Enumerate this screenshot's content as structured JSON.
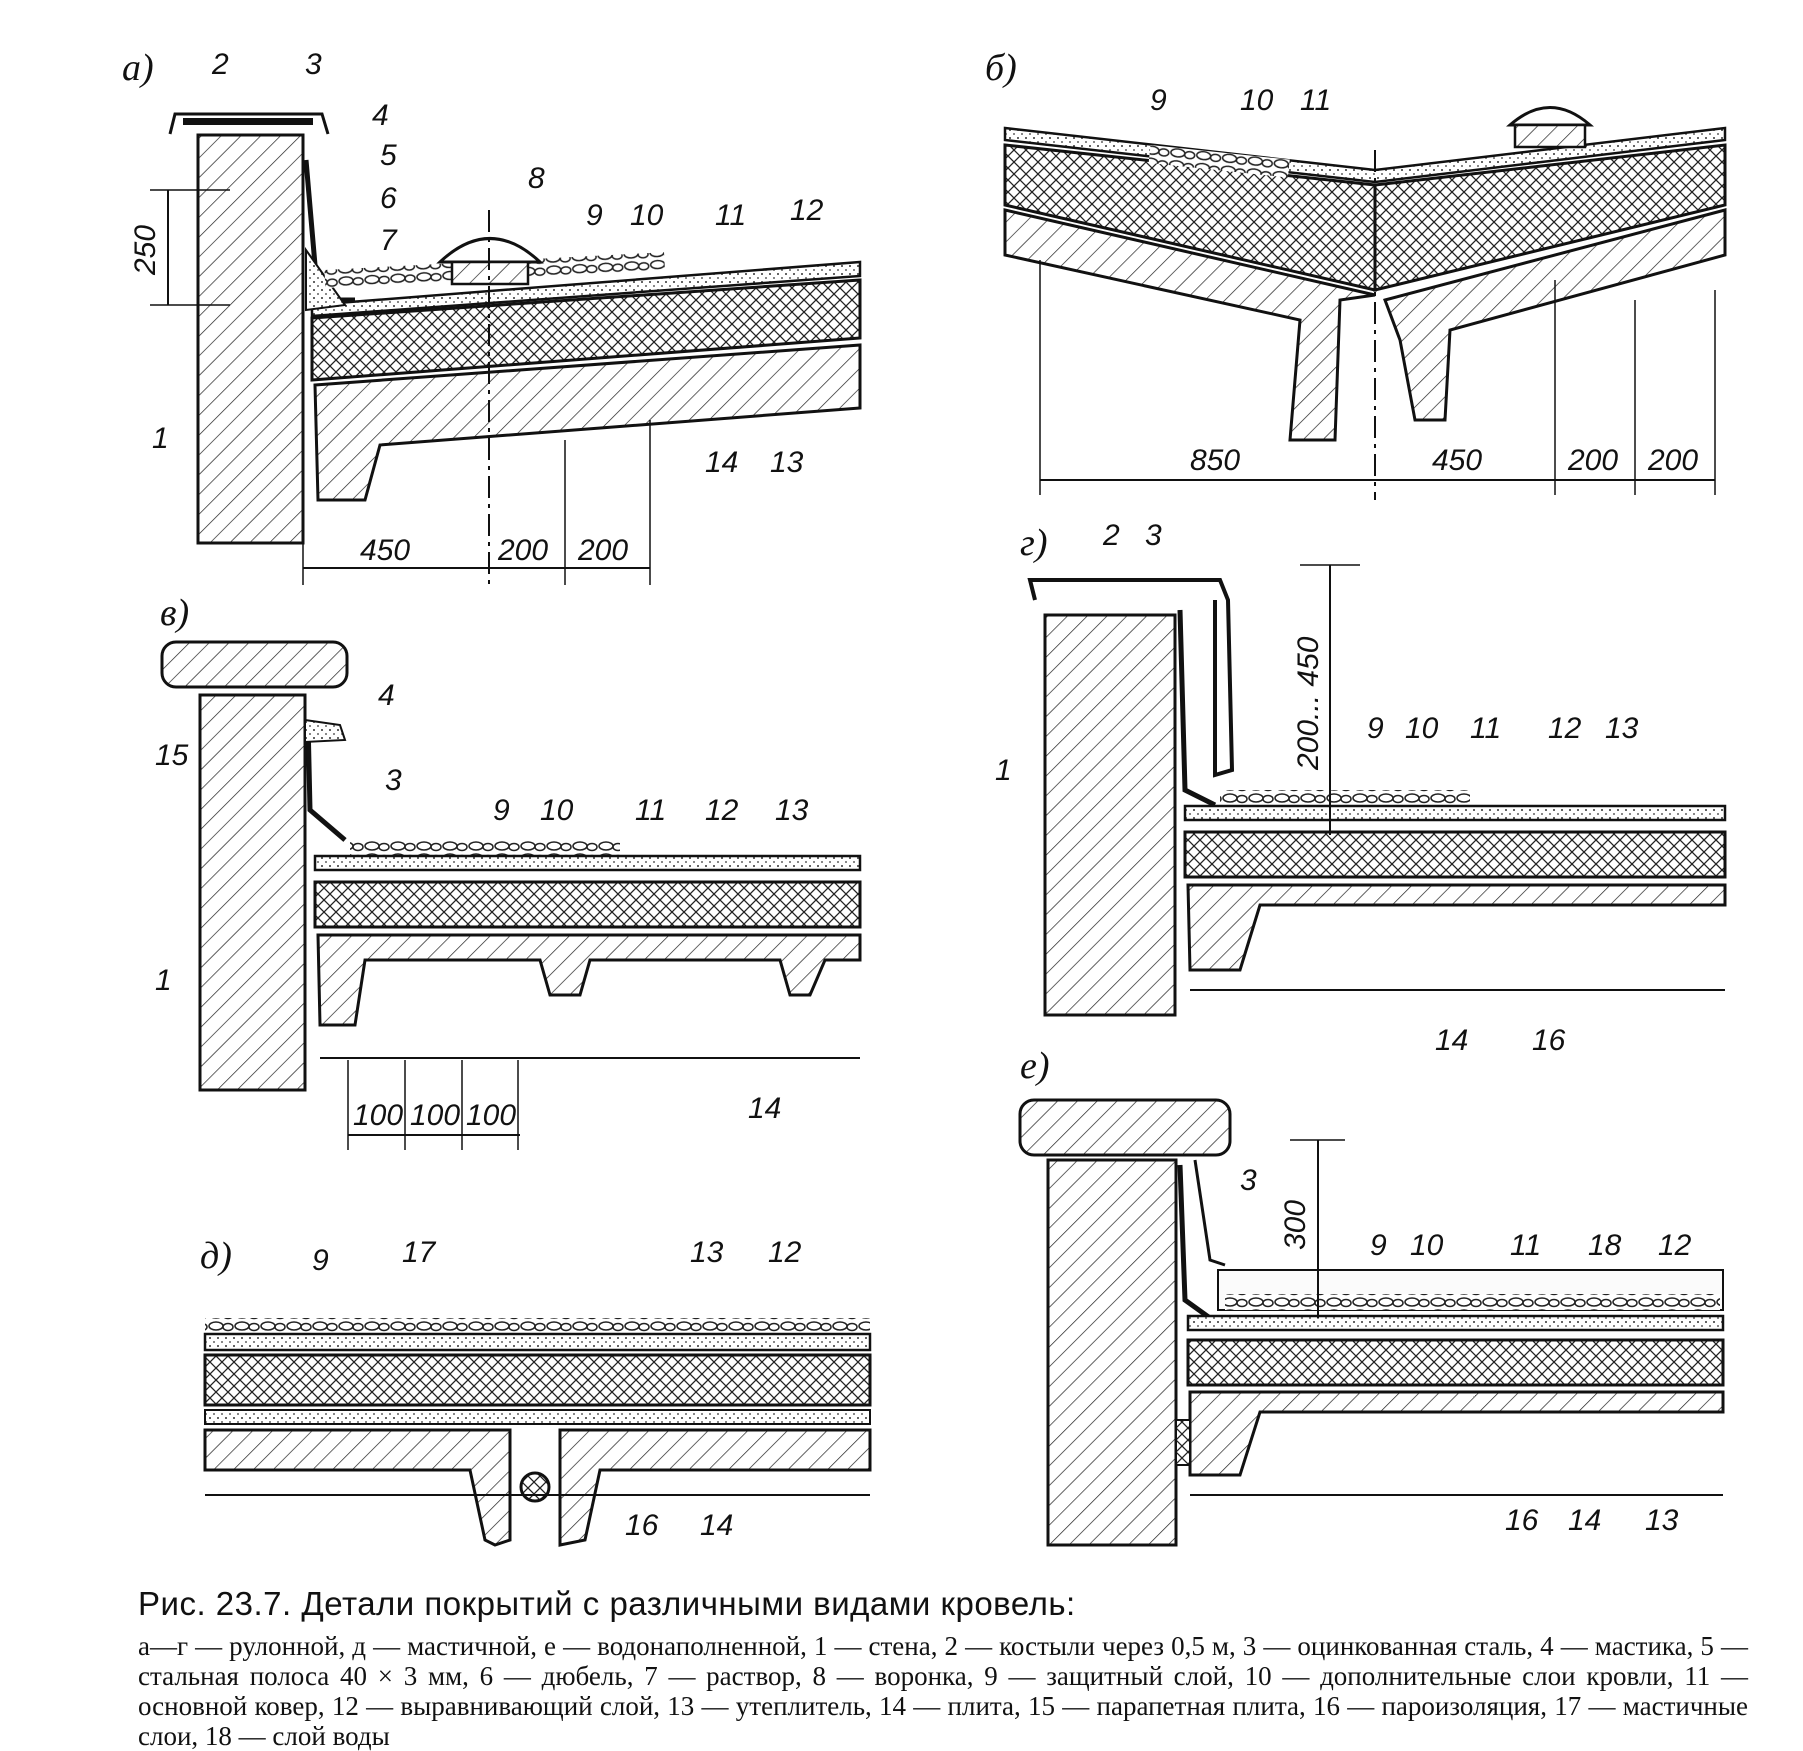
{
  "panels": {
    "a": {
      "letter": "а)",
      "labels": [
        "1",
        "2",
        "3",
        "4",
        "5",
        "6",
        "7",
        "8",
        "9",
        "10",
        "11",
        "12",
        "13",
        "14"
      ],
      "dims": [
        "250",
        "450",
        "200",
        "200"
      ]
    },
    "b": {
      "letter": "б)",
      "labels": [
        "9",
        "10",
        "11"
      ],
      "dims": [
        "850",
        "450",
        "200",
        "200"
      ]
    },
    "v": {
      "letter": "в)",
      "labels": [
        "1",
        "3",
        "4",
        "9",
        "10",
        "11",
        "12",
        "13",
        "14",
        "15"
      ],
      "dims": [
        "100",
        "100",
        "100"
      ]
    },
    "g": {
      "letter": "г)",
      "labels": [
        "1",
        "2",
        "3",
        "9",
        "10",
        "11",
        "12",
        "13",
        "14",
        "16"
      ],
      "dims": [
        "200... 450"
      ]
    },
    "d": {
      "letter": "д)",
      "labels": [
        "9",
        "17",
        "13",
        "12",
        "16",
        "14"
      ]
    },
    "e": {
      "letter": "е)",
      "labels": [
        "3",
        "9",
        "10",
        "11",
        "18",
        "12",
        "16",
        "14",
        "13"
      ],
      "dims": [
        "300"
      ]
    }
  },
  "caption": {
    "title": "Рис. 23.7. Детали покрытий с различными видами кровель:",
    "text": "а—г — рулонной, д — мастичной, е — водонаполненной, 1 — стена, 2 — костыли через 0,5 м, 3 — оцинкованная сталь, 4 — мастика, 5 — стальная полоса 40 × 3 мм, 6 — дюбель, 7 — раствор, 8 — воронка, 9 — защитный слой, 10 — дополнительные слои кровли, 11 — основной ковер, 12 — выравнивающий слой, 13 — утеплитель, 14 — плита, 15 — парапетная плита, 16 — пароизоляция, 17 — мастичные слои, 18 — слой воды"
  }
}
